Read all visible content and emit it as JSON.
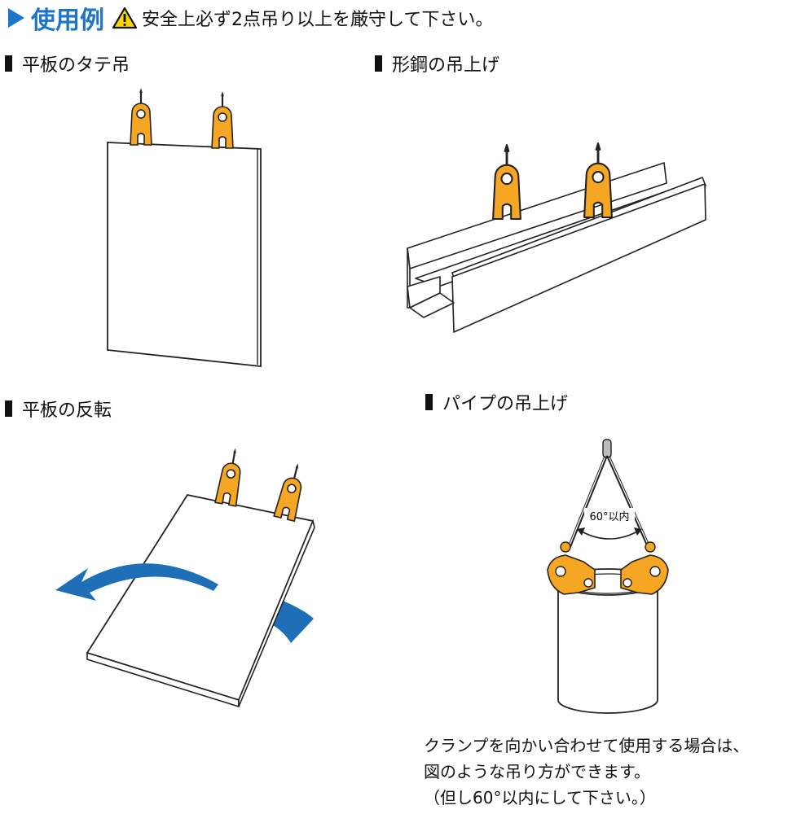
{
  "header": {
    "title": "使用例",
    "warning": "安全上必ず2点吊り以上を厳守して下さい。"
  },
  "sections": [
    {
      "label": "平板のタテ吊"
    },
    {
      "label": "形鋼の吊上げ"
    },
    {
      "label": "平板の反転"
    },
    {
      "label": "パイプの吊上げ"
    }
  ],
  "angle_label": "60°以内",
  "note": {
    "line1": "クランプを向かい合わせて使用する場合は、",
    "line2": "図のような吊り方ができます。",
    "line3": "（但し60°以内にして下さい。）"
  },
  "colors": {
    "accent": "#1e74c9",
    "clamp": "#f5a623",
    "arrow": "#1f6fb8"
  },
  "icons": [
    "play-triangle-icon",
    "warning-icon"
  ]
}
